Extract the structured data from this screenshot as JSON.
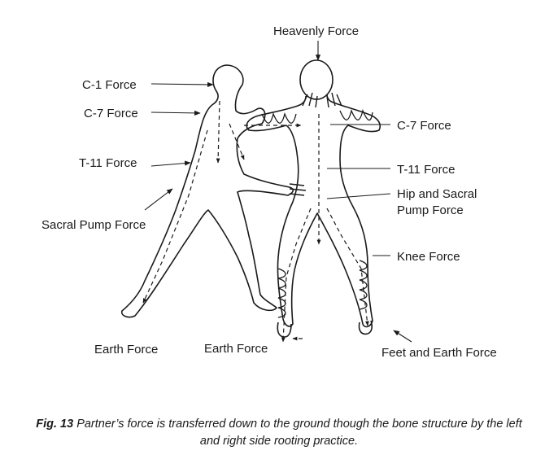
{
  "labels": {
    "heavenly": "Heavenly Force",
    "c1": "C-1 Force",
    "c7_left": "C-7 Force",
    "t11_left": "T-11 Force",
    "sacral_pump": "Sacral Pump Force",
    "earth_left": "Earth Force",
    "earth_mid": "Earth Force",
    "c7_right": "C-7 Force",
    "t11_right": "T-11 Force",
    "hip_sacral": "Hip and Sacral Pump Force",
    "knee": "Knee Force",
    "feet_earth": "Feet and Earth Force"
  },
  "caption": {
    "fig_label": "Fig. 13",
    "text": "Partner’s force is transferred down to the ground though the bone structure by the left and right side rooting practice."
  },
  "colors": {
    "ink": "#1a1a1a",
    "background": "#ffffff"
  }
}
